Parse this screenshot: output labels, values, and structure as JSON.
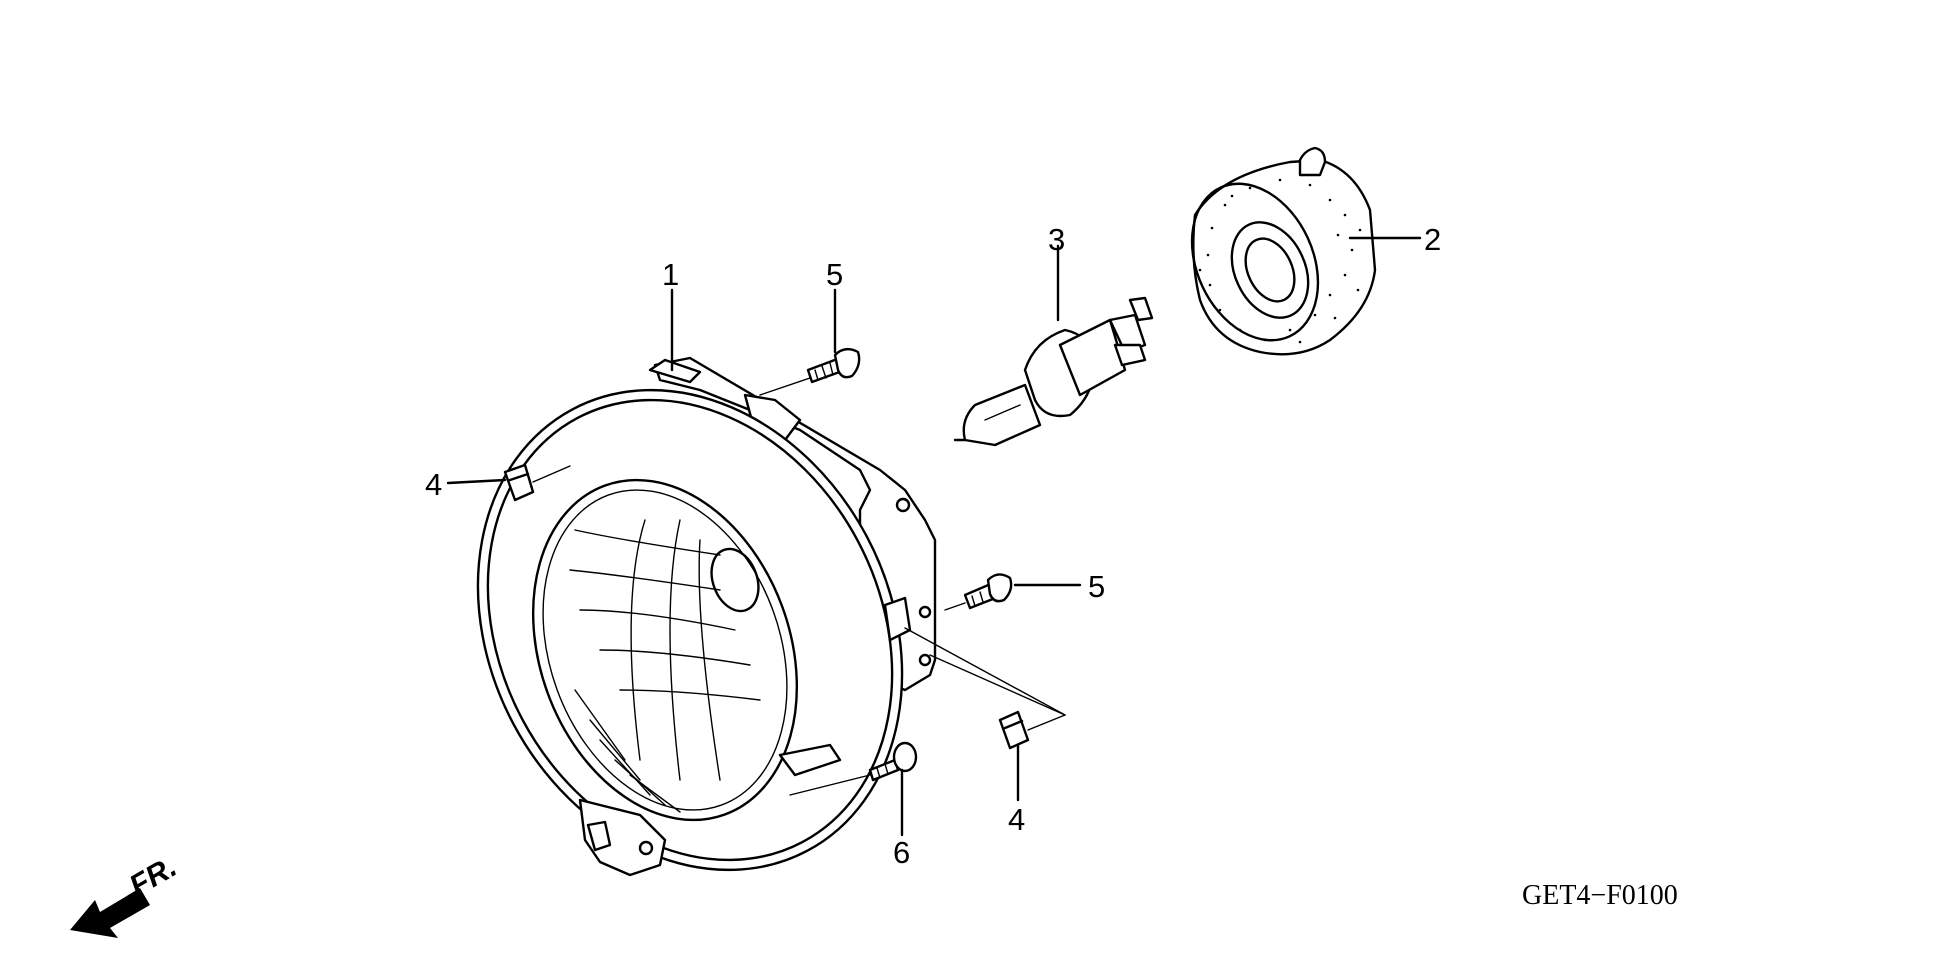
{
  "callouts": {
    "c1": "1",
    "c2": "2",
    "c3": "3",
    "c4_left": "4",
    "c4_bottom": "4",
    "c5_top": "5",
    "c5_right": "5",
    "c6": "6"
  },
  "direction_label": "FR.",
  "diagram_code": "GET4−F0100",
  "icons": {
    "direction_arrow": "arrow-front-icon"
  }
}
